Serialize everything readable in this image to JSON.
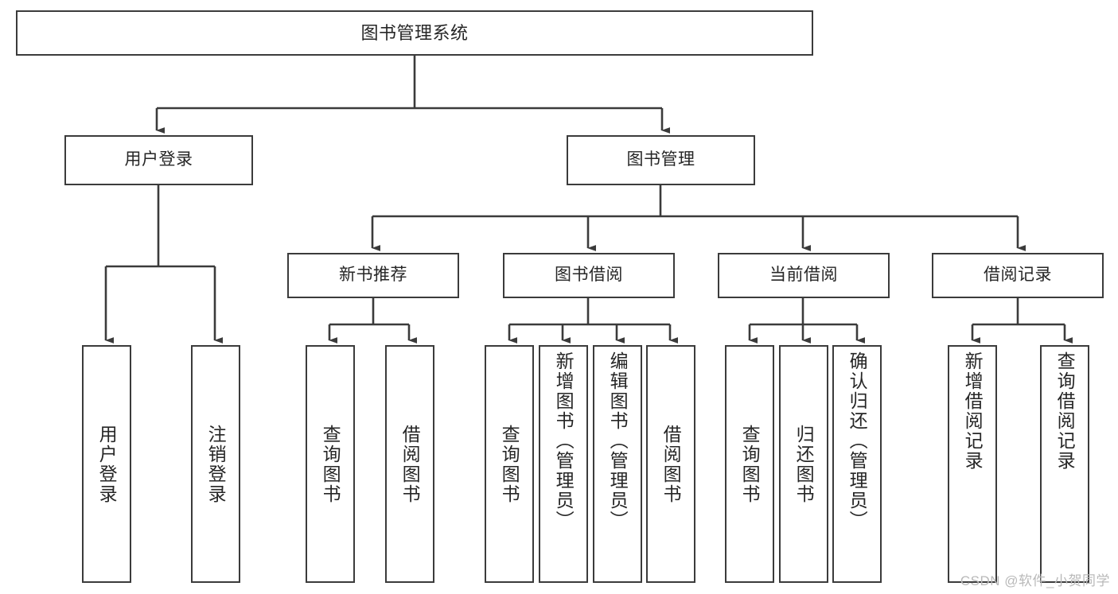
{
  "diagram": {
    "title": "图书管理系统",
    "type": "tree-hierarchy",
    "colors": {
      "box_border": "#3b3b3b",
      "box_fill": "#ffffff",
      "connector": "#3b3b3b",
      "text": "#262626",
      "watermark": "#b9b9b9",
      "background": "#ffffff"
    },
    "watermark": "CSDN @软件_小贺同学",
    "nodes": {
      "root": {
        "label": "图书管理系统"
      },
      "level2": [
        {
          "label": "用户登录"
        },
        {
          "label": "图书管理"
        }
      ],
      "level3": [
        {
          "label": "新书推荐"
        },
        {
          "label": "图书借阅"
        },
        {
          "label": "当前借阅"
        },
        {
          "label": "借阅记录"
        }
      ],
      "leaves_user_login": [
        {
          "label": "用户登录"
        },
        {
          "label": "注销登录"
        }
      ],
      "leaves_new_book": [
        {
          "label": "查询图书"
        },
        {
          "label": "借阅图书"
        }
      ],
      "leaves_borrow": [
        {
          "label": "查询图书"
        },
        {
          "label": "新增图书（管理员）"
        },
        {
          "label": "编辑图书（管理员）"
        },
        {
          "label": "借阅图书"
        }
      ],
      "leaves_current": [
        {
          "label": "查询图书"
        },
        {
          "label": "归还图书"
        },
        {
          "label": "确认归还（管理员）"
        }
      ],
      "leaves_record": [
        {
          "label": "新增借阅记录"
        },
        {
          "label": "查询借阅记录"
        }
      ]
    }
  }
}
